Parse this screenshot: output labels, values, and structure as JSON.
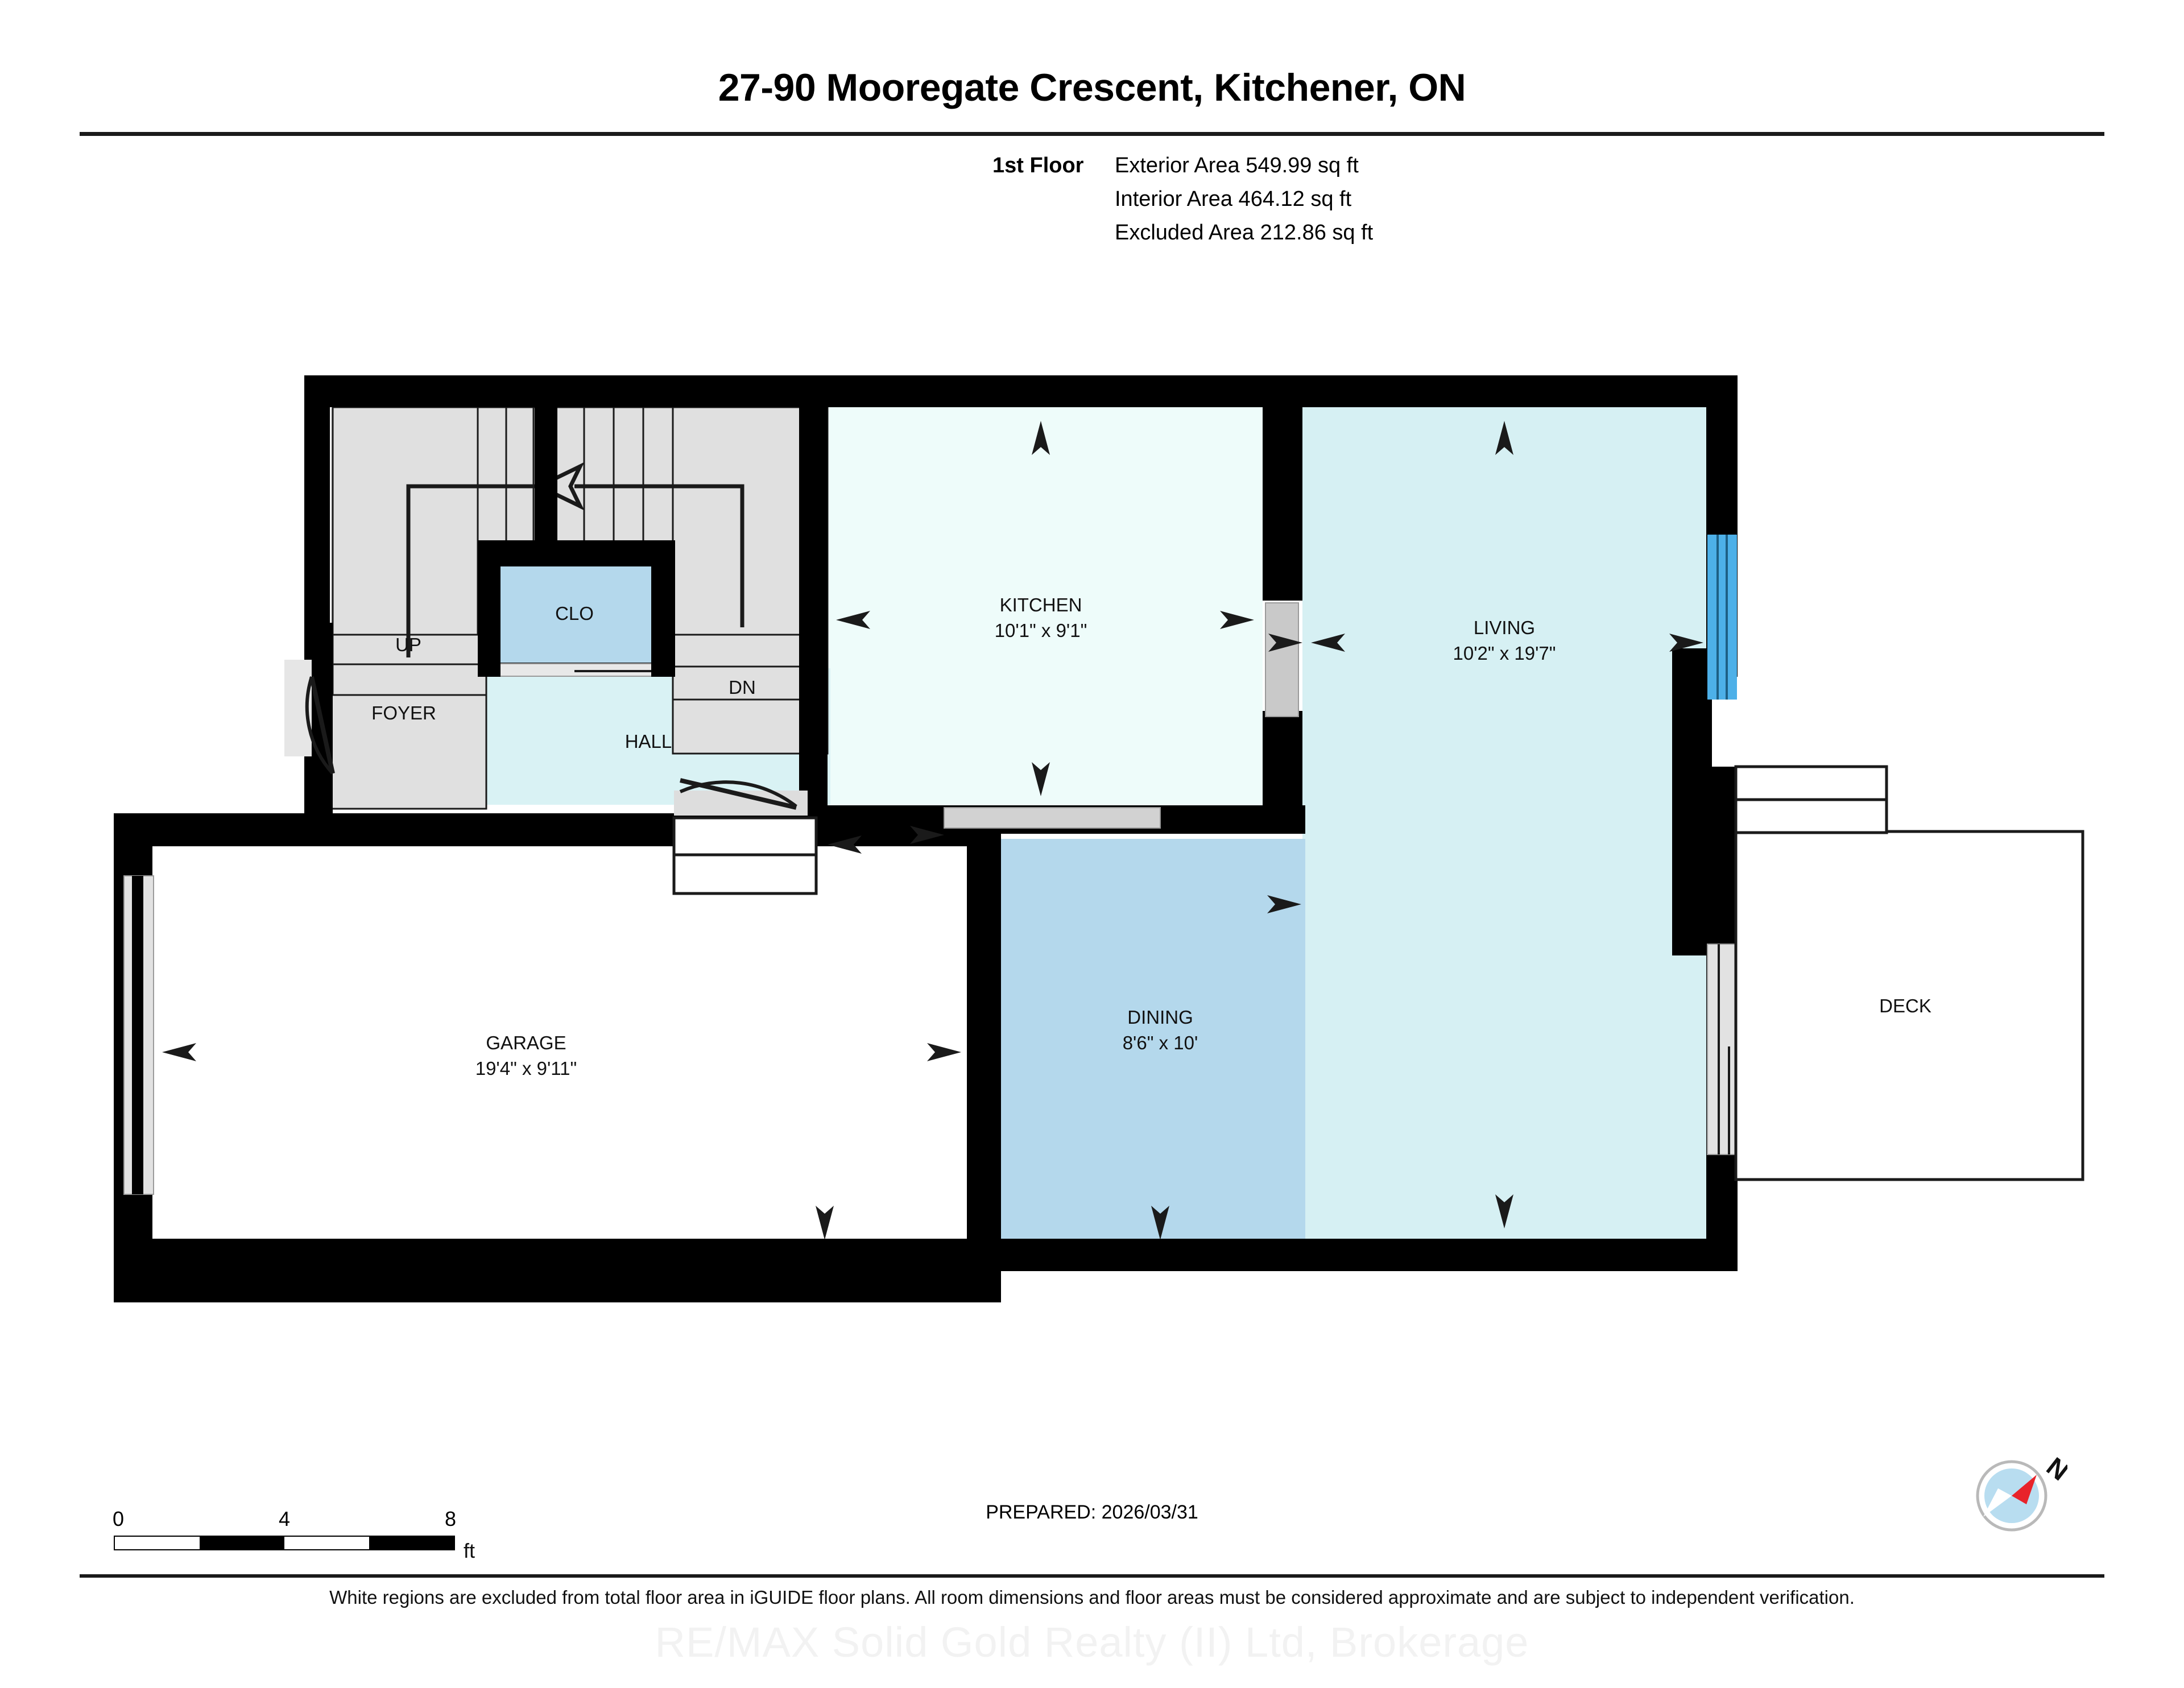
{
  "header": {
    "title": "27-90 Mooregate Crescent, Kitchener, ON",
    "floor_label": "1st Floor",
    "exterior_area": "Exterior Area 549.99 sq ft",
    "interior_area": "Interior Area 464.12 sq ft",
    "excluded_area": "Excluded Area 212.86 sq ft"
  },
  "rooms": [
    {
      "id": "kitchen",
      "name": "KITCHEN",
      "dimensions": "10'1\" x 9'1\"",
      "fill": "#eefcfa"
    },
    {
      "id": "living",
      "name": "LIVING",
      "dimensions": "10'2\" x 19'7\"",
      "fill": "#d6f0f3"
    },
    {
      "id": "dining",
      "name": "DINING",
      "dimensions": "8'6\" x 10'",
      "fill": "#b4d8ec"
    },
    {
      "id": "garage",
      "name": "GARAGE",
      "dimensions": "19'4\" x 9'11\"",
      "fill": "#ffffff"
    },
    {
      "id": "hall",
      "name": "HALL",
      "dimensions": "",
      "fill": "#d9f2f4"
    },
    {
      "id": "foyer",
      "name": "FOYER",
      "dimensions": "",
      "fill": "#e0e0e0"
    },
    {
      "id": "clo",
      "name": "CLO",
      "dimensions": "",
      "fill": "#b4d8ec"
    },
    {
      "id": "deck",
      "name": "DECK",
      "dimensions": "",
      "fill": "#ffffff"
    }
  ],
  "stair_labels": {
    "up": "UP",
    "down": "DN"
  },
  "scale": {
    "ticks": [
      "0",
      "4",
      "8"
    ],
    "unit": "ft",
    "segments": [
      "light",
      "dark",
      "light",
      "dark"
    ]
  },
  "compass": {
    "label": "N",
    "needle_color": "#e8232a",
    "dial_color": "#b8ddf0"
  },
  "footer": {
    "prepared": "PREPARED: 2026/03/31",
    "disclaimer": "White regions are excluded from total floor area in iGUIDE floor plans. All room dimensions and floor areas must be considered approximate and are subject to independent verification.",
    "watermark": "RE/MAX Solid Gold Realty (II) Ltd, Brokerage"
  },
  "colors": {
    "wall": "#000000",
    "stair_tread": "#e0e0e0",
    "window_blue": "#4db0e8",
    "door_gray": "#c9c9c9"
  }
}
